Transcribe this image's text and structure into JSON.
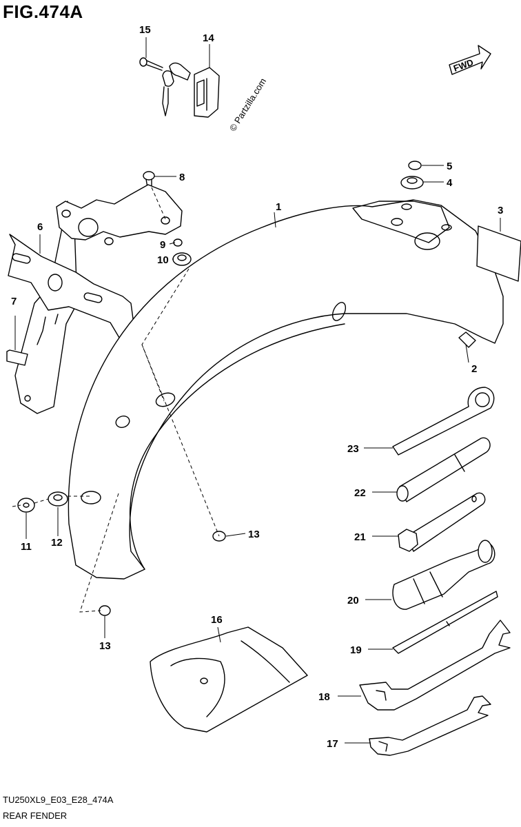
{
  "figure_title": "FIG.474A",
  "model_code": "TU250XL9_E03_E28_474A",
  "caption": "REAR FENDER",
  "watermark": "© Partzilla.com",
  "fwd_label": "FWD",
  "callouts": {
    "c1": "1",
    "c2": "2",
    "c3": "3",
    "c4": "4",
    "c5": "5",
    "c6": "6",
    "c7": "7",
    "c8": "8",
    "c9": "9",
    "c10": "10",
    "c11": "11",
    "c12": "12",
    "c13a": "13",
    "c13b": "13",
    "c14": "14",
    "c15": "15",
    "c16": "16",
    "c17": "17",
    "c18": "18",
    "c19": "19",
    "c20": "20",
    "c21": "21",
    "c22": "22",
    "c23": "23"
  }
}
